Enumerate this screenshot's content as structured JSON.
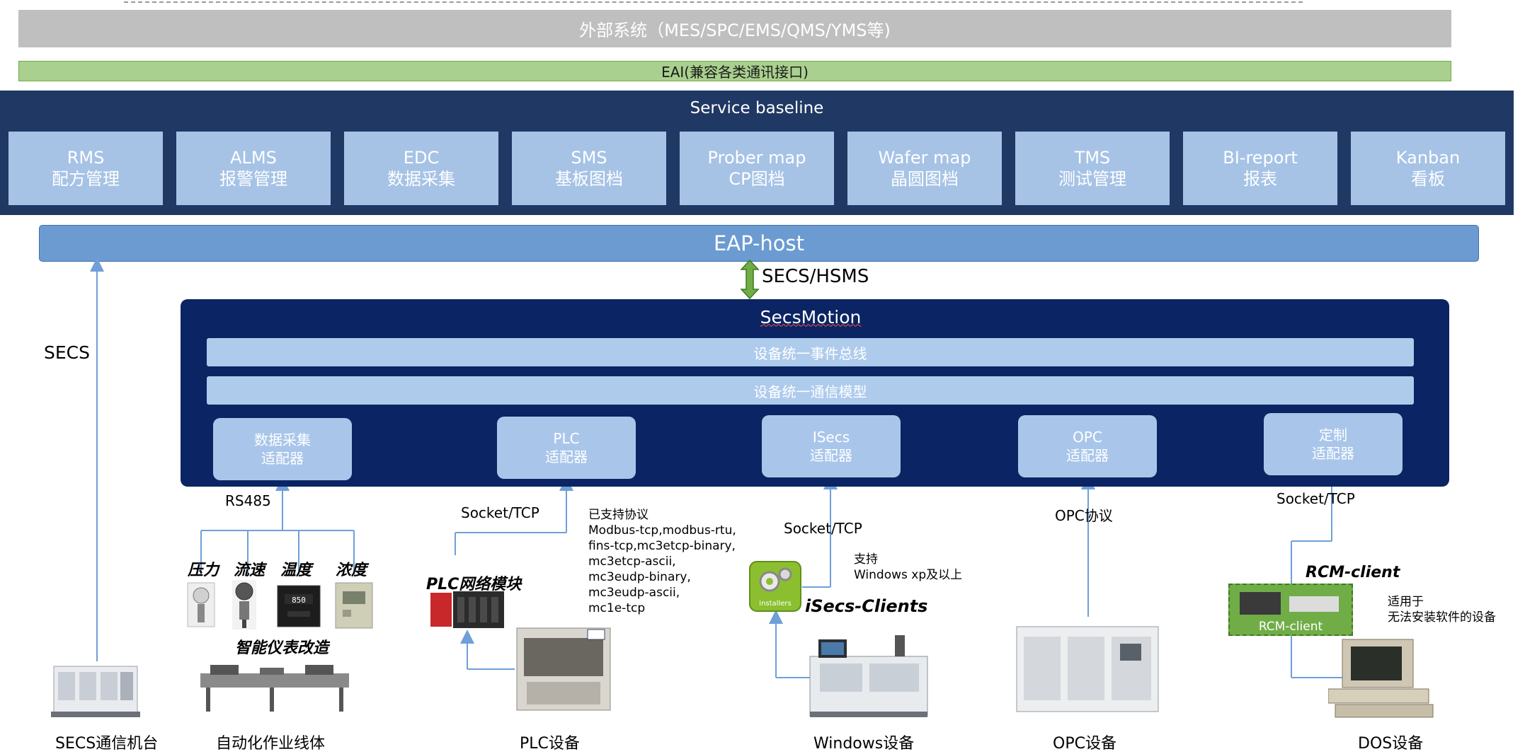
{
  "external_system": "外部系统（MES/SPC/EMS/QMS/YMS等)",
  "eai": "EAI(兼容各类通讯接口)",
  "service_baseline": {
    "title": "Service baseline",
    "modules": [
      {
        "line1": "RMS",
        "line2": "配方管理"
      },
      {
        "line1": "ALMS",
        "line2": "报警管理"
      },
      {
        "line1": "EDC",
        "line2": "数据采集"
      },
      {
        "line1": "SMS",
        "line2": "基板图档"
      },
      {
        "line1": "Prober map",
        "line2": "CP图档"
      },
      {
        "line1": "Wafer map",
        "line2": "晶圆图档"
      },
      {
        "line1": "TMS",
        "line2": "测试管理"
      },
      {
        "line1": "BI-report",
        "line2": "报表"
      },
      {
        "line1": "Kanban",
        "line2": "看板"
      }
    ]
  },
  "eap_host": "EAP-host",
  "secs_hsms": "SECS/HSMS",
  "secs_label": "SECS",
  "secsmotion": {
    "title": "SecsMotion",
    "event_bus": "设备统一事件总线",
    "comm_model": "设备统一通信模型",
    "adapters": [
      {
        "line1": "数据采集",
        "line2": "适配器"
      },
      {
        "line1": "PLC",
        "line2": "适配器"
      },
      {
        "line1": "ISecs",
        "line2": "适配器"
      },
      {
        "line1": "OPC",
        "line2": "适配器"
      },
      {
        "line1": "定制",
        "line2": "适配器"
      }
    ]
  },
  "protocols": {
    "rs485": "RS485",
    "socket_tcp_plc": "Socket/TCP",
    "socket_tcp_isecs": "Socket/TCP",
    "opc": "OPC协议",
    "socket_tcp_rcm": "Socket/TCP"
  },
  "plc_supported": {
    "heading": "已支持协议",
    "lines": [
      "Modbus-tcp,modbus-rtu,",
      "fins-tcp,mc3etcp-binary,",
      "mc3etcp-ascii,",
      "mc3eudp-binary,",
      "mc3eudp-ascii,",
      "mc1e-tcp"
    ]
  },
  "isecs_support": {
    "line1": "支持",
    "line2": "Windows xp及以上"
  },
  "rcm_note": {
    "line1": "适用于",
    "line2": "无法安装软件的设备"
  },
  "sensors": [
    "压力",
    "流速",
    "温度",
    "浓度"
  ],
  "smart_meter": "智能仪表改造",
  "plc_module": "PLC网络模块",
  "isecs_clients": "iSecs-Clients",
  "installers_text": "installers",
  "rcm_client_title": "RCM-client",
  "rcm_client_box": "RCM-client",
  "devices": [
    "SECS通信机台",
    "自动化作业线体",
    "PLC设备",
    "Windows设备",
    "OPC设备",
    "DOS设备"
  ],
  "colors": {
    "service_bg": "#203864",
    "module_bg": "#a6c3e6",
    "secsmotion_bg": "#0b2463",
    "eap_host_bg": "#6b9bd1",
    "eai_bg": "#a9d08e",
    "external_bg": "#bfbfbf",
    "arrow_green": "#70ad47"
  }
}
